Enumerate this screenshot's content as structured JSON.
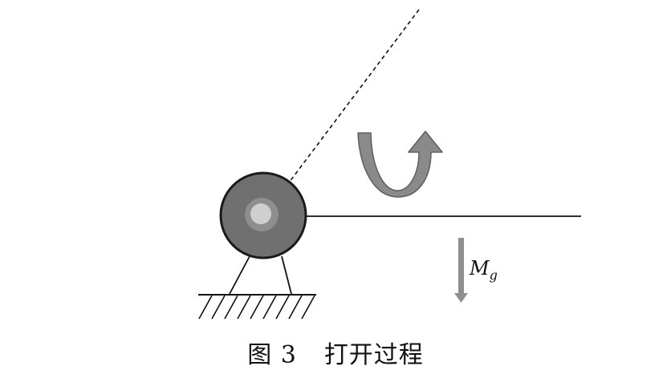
{
  "labels": {
    "moment_symbol": "M",
    "moment_subscript": "g"
  },
  "caption": {
    "figure_number": "图 3",
    "title": "打开过程"
  },
  "colors": {
    "line": "#111111",
    "wheel_outer": "#707070",
    "wheel_mid": "#8c8c8c",
    "wheel_hub": "#cfcfcf",
    "rotation_arrow": "#8a8a8a",
    "rotation_arrow_edge": "#5e5e5e",
    "moment_arrow": "#8f8f8f"
  },
  "icons": {
    "rotation": "u-turn-arrow-icon",
    "moment": "down-arrow-icon",
    "ground": "hatched-ground-icon"
  }
}
